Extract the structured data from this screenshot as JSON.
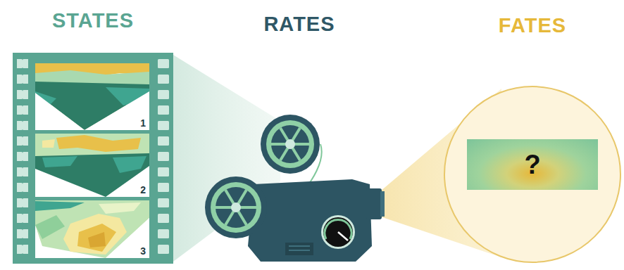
{
  "diagram": {
    "nodes": [
      {
        "text": [
          "STATES"
        ]
      },
      {
        "text": [
          "1"
        ],
        "in": 0
      },
      {
        "text": [
          "2"
        ],
        "in": 0
      },
      {
        "text": [
          "3"
        ],
        "in": 0
      },
      {
        "text": [
          "RATES"
        ]
      },
      {
        "text": [
          "FATES"
        ]
      },
      {
        "text": [
          "?"
        ],
        "in": 5
      }
    ]
  }
}
